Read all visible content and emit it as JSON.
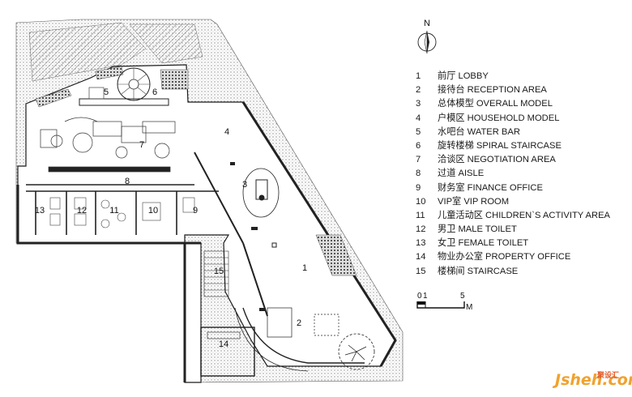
{
  "compass": {
    "north_label": "N",
    "icon": "north-arrow-icon"
  },
  "legend": [
    {
      "num": "1",
      "text": "前厅  LOBBY"
    },
    {
      "num": "2",
      "text": "接待台   RECEPTION AREA"
    },
    {
      "num": "3",
      "text": "总体模型 OVERALL MODEL"
    },
    {
      "num": "4",
      "text": "户模区   HOUSEHOLD MODEL"
    },
    {
      "num": "5",
      "text": "水吧台  WATER BAR"
    },
    {
      "num": "6",
      "text": "旋转楼梯 SPIRAL STAIRCASE"
    },
    {
      "num": "7",
      "text": "洽谈区  NEGOTIATION AREA"
    },
    {
      "num": "8",
      "text": "过道  AISLE"
    },
    {
      "num": "9",
      "text": "财务室   FINANCE OFFICE"
    },
    {
      "num": "10",
      "text": "VIP室   VIP ROOM"
    },
    {
      "num": "11",
      "text": "儿童活动区   CHILDREN`S ACTIVITY AREA"
    },
    {
      "num": "12",
      "text": "男卫    MALE TOILET"
    },
    {
      "num": "13",
      "text": "女卫   FEMALE TOILET"
    },
    {
      "num": "14",
      "text": "物业办公室     PROPERTY OFFICE"
    },
    {
      "num": "15",
      "text": "楼梯间   STAIRCASE"
    }
  ],
  "plan_numbers": [
    "1",
    "2",
    "3",
    "4",
    "5",
    "6",
    "7",
    "8",
    "9",
    "10",
    "11",
    "12",
    "13",
    "14",
    "15"
  ],
  "scale": {
    "zero": "0",
    "one": "1",
    "five": "5",
    "unit": "M"
  },
  "watermark": {
    "site": "Jsheh.com",
    "cn_top": "聚设汇"
  },
  "colors": {
    "line": "#1a1a1a",
    "hatch": "#8c8c8c",
    "wall": "#222222",
    "brand_orange": "#f0a22e",
    "brand_green": "#7ab51d"
  }
}
